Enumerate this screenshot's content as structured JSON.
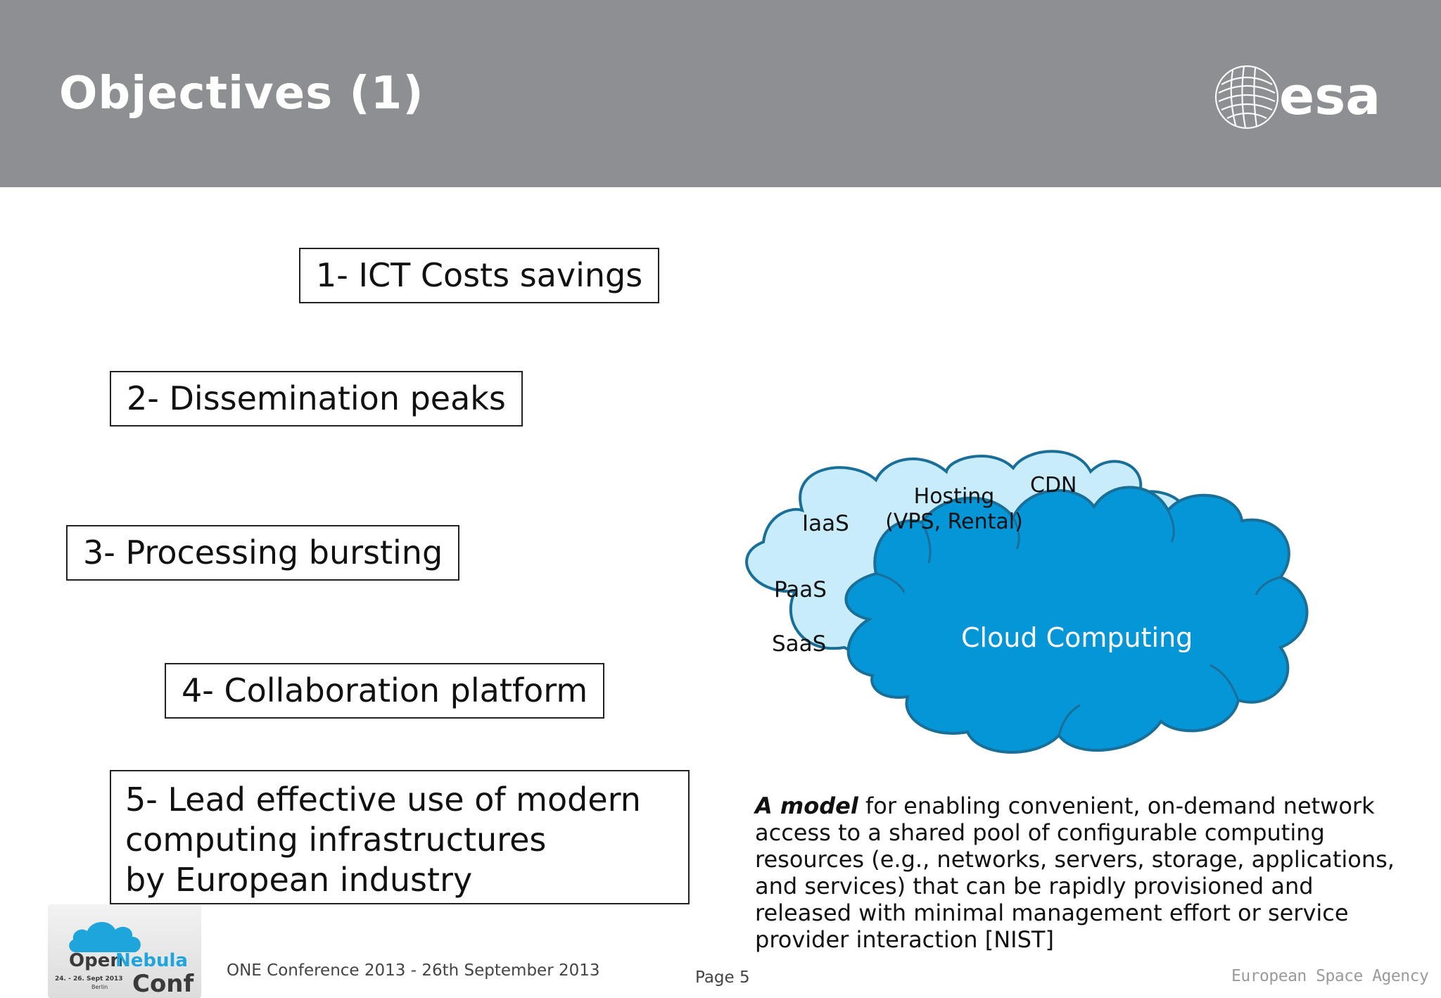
{
  "header": {
    "title": "Objectives (1)",
    "logo_text": "esa",
    "background_color": "#8d8f93"
  },
  "objectives": [
    {
      "label": "1- ICT Costs savings"
    },
    {
      "label": "2- Dissemination peaks"
    },
    {
      "label": "3- Processing bursting"
    },
    {
      "label": "4- Collaboration platform"
    },
    {
      "lines": [
        "5- Lead effective use of modern",
        "computing infrastructures",
        "by European industry"
      ]
    }
  ],
  "diagram": {
    "back_cloud_labels": {
      "iaas": "IaaS",
      "paas": "PaaS",
      "saas": "SaaS",
      "hosting_line1": "Hosting",
      "hosting_line2": "(VPS, Rental)",
      "cdn": "CDN"
    },
    "front_cloud_label": "Cloud Computing",
    "back_cloud_color": "#c9ecfb",
    "front_cloud_color": "#0596d8",
    "outline_color": "#1a6f98"
  },
  "definition": {
    "emphasis": "A model",
    "text": " for enabling convenient, on-demand network access to a shared pool of configurable computing resources (e.g., networks, servers, storage, applications, and services) that can be rapidly provisioned and released with minimal management effort or service provider interaction [NIST]"
  },
  "footer": {
    "conference_logo": {
      "name_part1": "Open",
      "name_part2": "Nebula",
      "suffix": "Conf",
      "dates": "24. - 26. Sept 2013",
      "city": "Berlin"
    },
    "event_text": "ONE Conference 2013 - 26th September 2013",
    "page_text": "Page 5",
    "agency_text": "European Space Agency"
  }
}
